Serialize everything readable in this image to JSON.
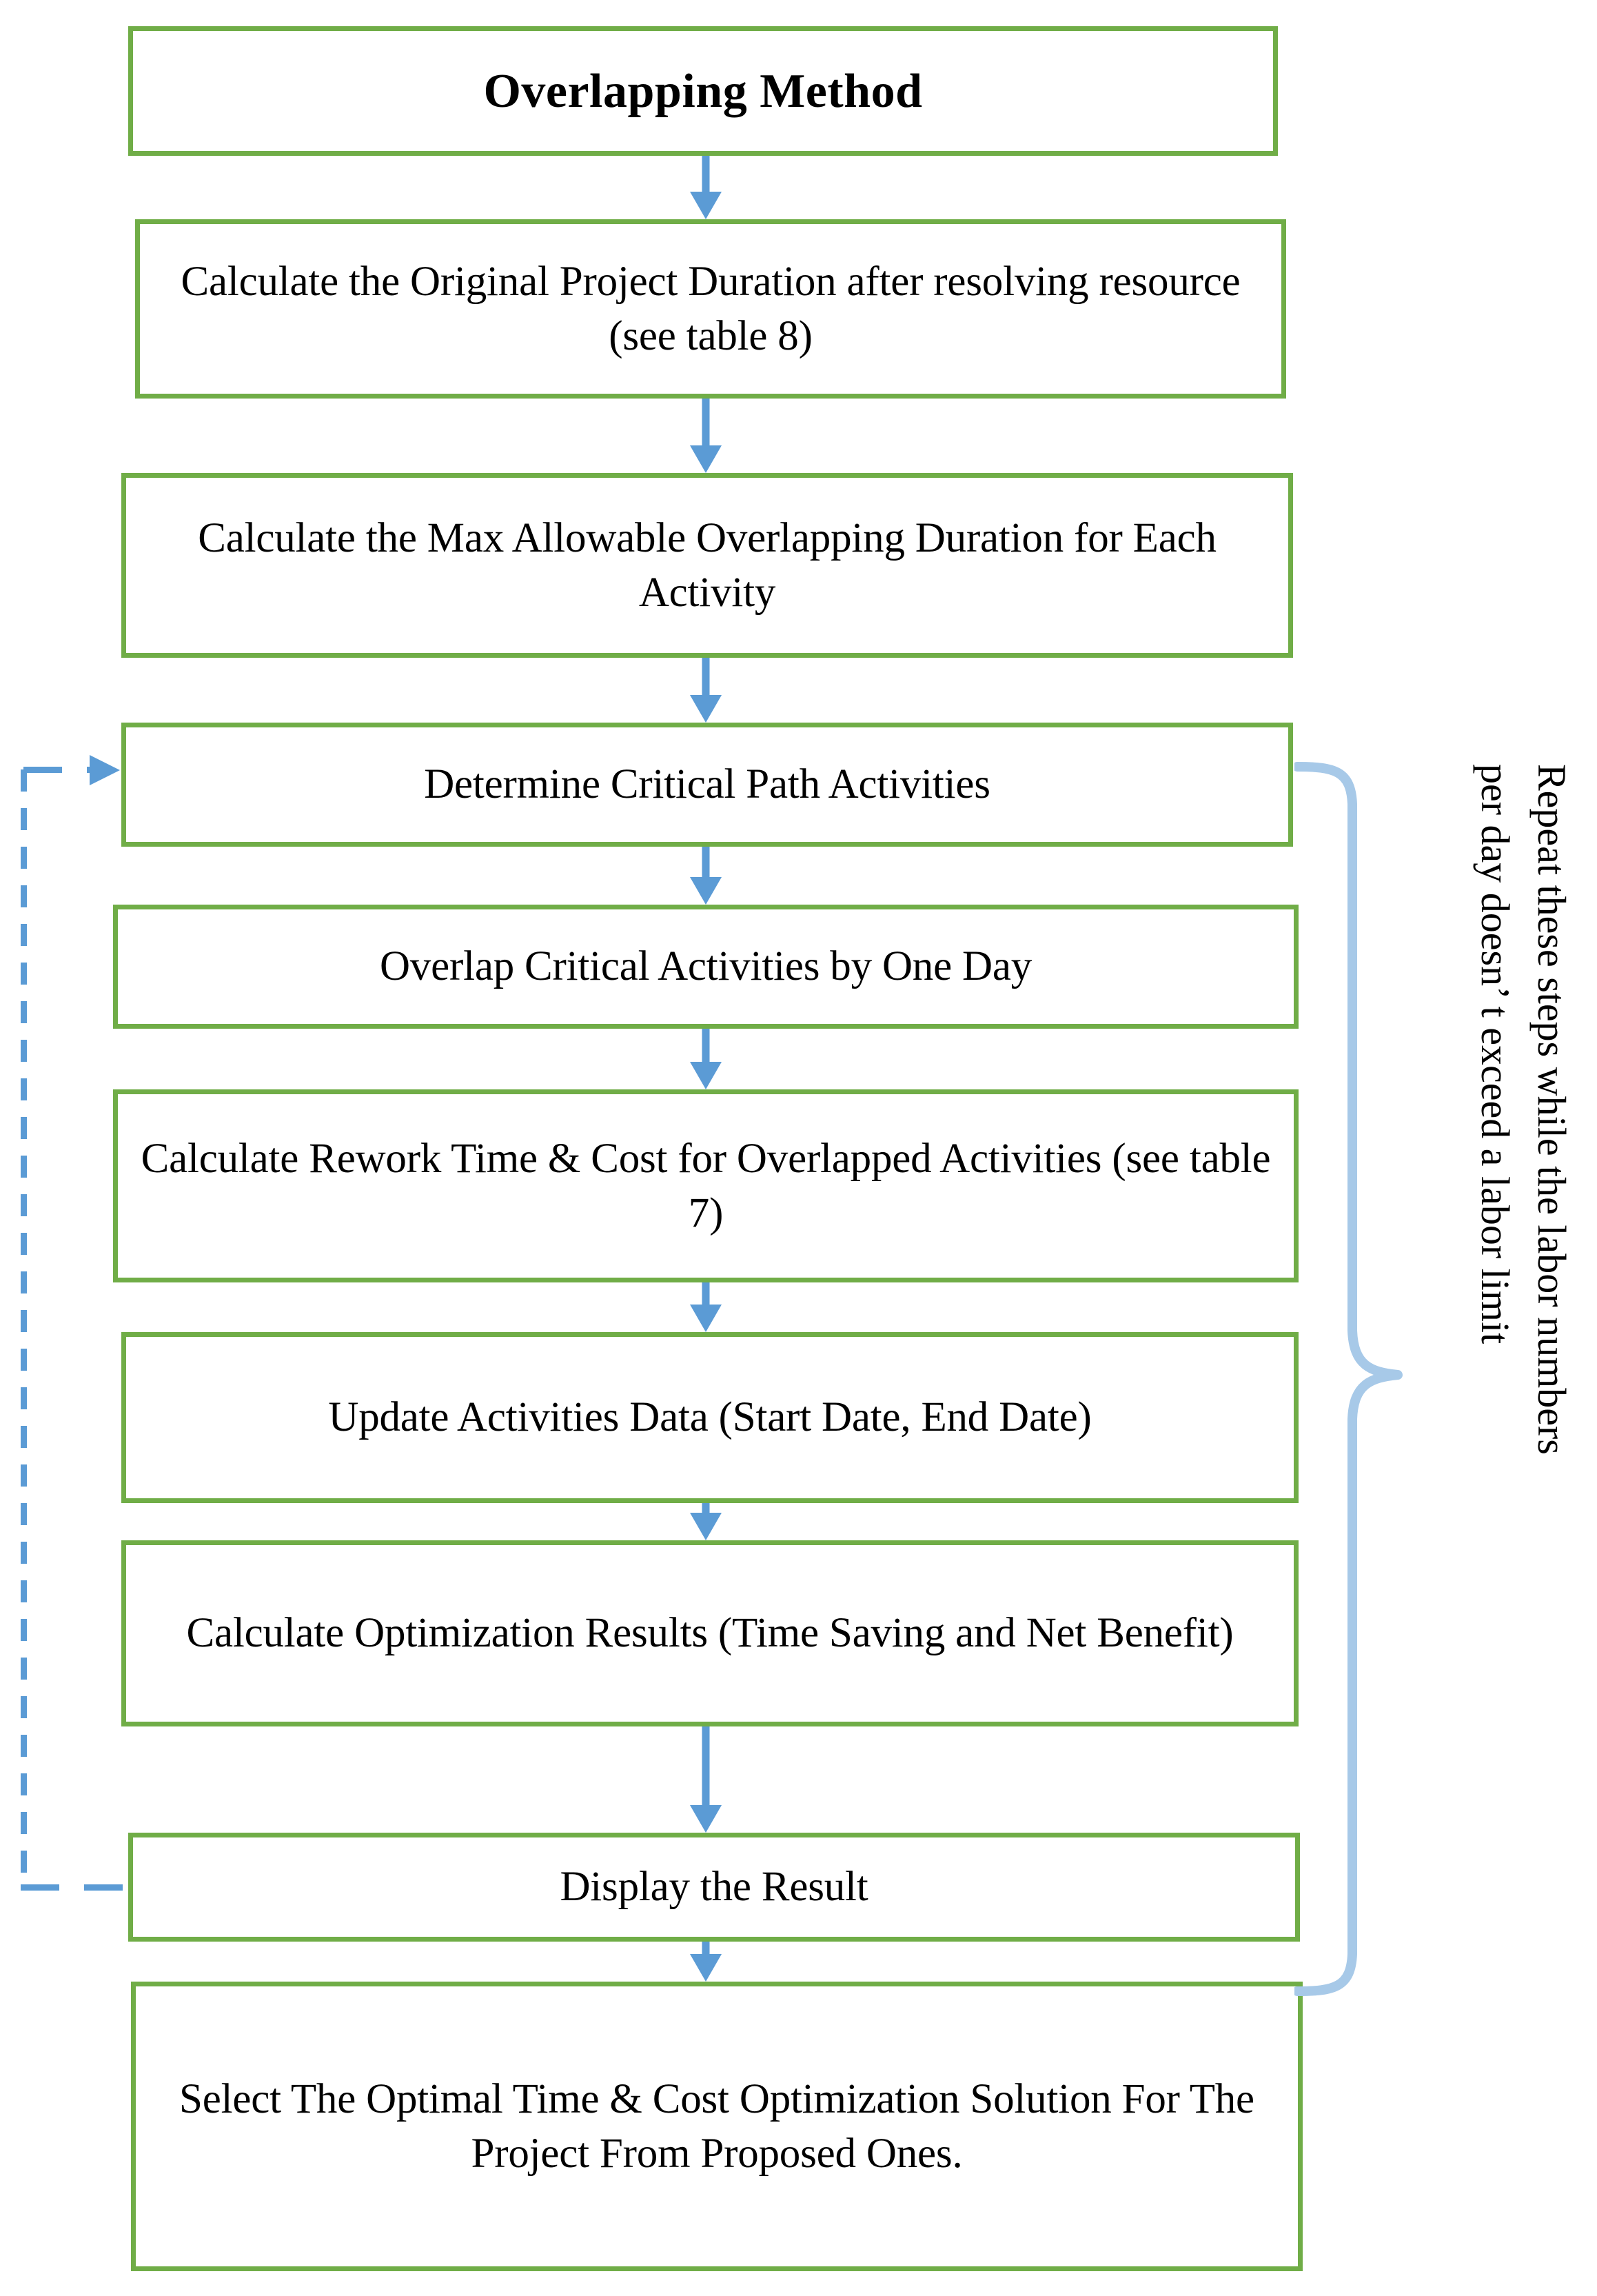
{
  "diagram": {
    "title": "Overlapping Method",
    "flow_nodes": [
      {
        "id": "title",
        "text": "Overlapping Method"
      },
      {
        "id": "original-duration",
        "text": "Calculate the Original Project Duration after resolving resource (see table 8)"
      },
      {
        "id": "max-overlap",
        "text": "Calculate the Max Allowable Overlapping Duration for Each Activity"
      },
      {
        "id": "critical-path",
        "text": "Determine Critical Path Activities"
      },
      {
        "id": "overlap-one-day",
        "text": "Overlap Critical Activities by One Day"
      },
      {
        "id": "rework",
        "text": "Calculate Rework Time & Cost for Overlapped Activities (see table 7)"
      },
      {
        "id": "update-data",
        "text": "Update Activities Data (Start Date, End Date)"
      },
      {
        "id": "optimization",
        "text": "Calculate Optimization Results (Time Saving and Net Benefit)"
      },
      {
        "id": "display-result",
        "text": "Display the Result"
      },
      {
        "id": "select-optimal",
        "text": "Select The Optimal Time & Cost Optimization Solution For The Project From Proposed Ones."
      }
    ],
    "side_note": {
      "line1": "Repeat these steps while the labor numbers",
      "line2": "per day doesn’ t exceed a labor limit"
    },
    "colors": {
      "node_border": "#70AD47",
      "connector": "#5B9BD5",
      "brace": "#A7C9E8",
      "text": "#000000",
      "background": "#FFFFFF"
    }
  }
}
